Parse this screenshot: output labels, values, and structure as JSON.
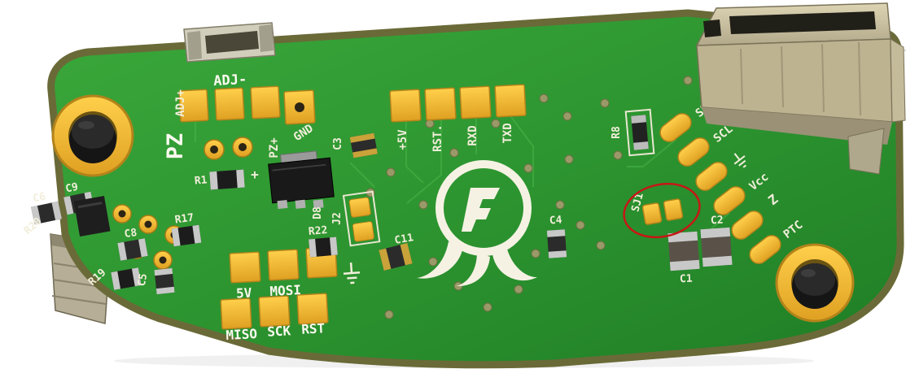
{
  "board": {
    "silkscreen": {
      "adj_minus": "ADJ-",
      "adj_plus": "ADJ+",
      "pz": "PZ",
      "pz_plus": "PZ+",
      "gnd": "GND",
      "c3": "C3",
      "plus5v": "+5V",
      "rst_top": "RST.",
      "rxd": "RXD",
      "txd": "TXD",
      "r8": "R8",
      "sda": "SDA",
      "scl": "SCL",
      "vcc": "Vcc",
      "z": "Z",
      "ptc": "PTC",
      "sj1": "SJ1",
      "c4": "C4",
      "c2": "C2",
      "c1": "C1",
      "c11": "C11",
      "j2": "J2",
      "d8": "D8",
      "r22": "R22",
      "r1": "R1",
      "plus": "+",
      "c6": "C6",
      "c9": "C9",
      "r20": "R20",
      "c8": "C8",
      "r17": "R17",
      "r19": "R19",
      "c5": "C5",
      "isp5v": "5V",
      "mosi": "MOSI",
      "miso": "MISO",
      "sck": "SCK",
      "rst": "RST"
    },
    "icons": {
      "flame_logo": "flame-logo",
      "ground_symbol": "earth-ground",
      "mounting_standoff": "round-standoff"
    }
  },
  "annotation": {
    "type": "hand-drawn-circle",
    "around_label": "SJ1",
    "color": "#c61717"
  },
  "colors": {
    "background": "#ffffff",
    "soldermask_green": "#2f9a31",
    "board_edge_olive": "#6a6a38",
    "pad_gold": "#f2b52c",
    "silkscreen_white": "#f2eedb",
    "annotation_red": "#c61717",
    "connector_beige": "#cfc5a3",
    "component_black": "#1c1c1c"
  }
}
